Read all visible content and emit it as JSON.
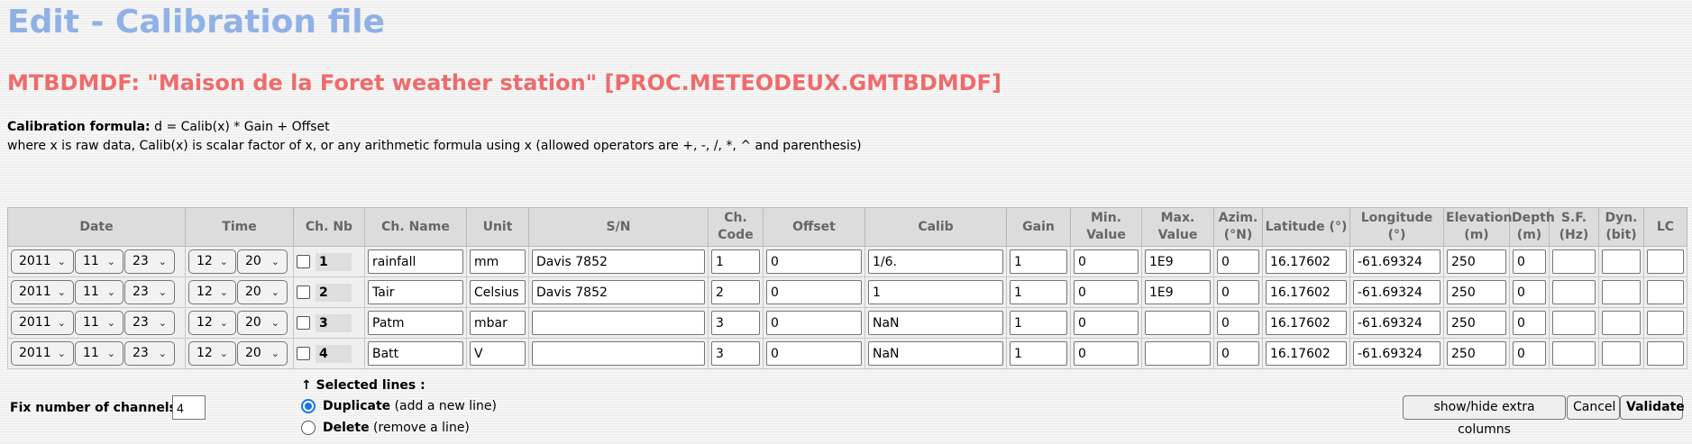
{
  "page": {
    "title": "Edit - Calibration file",
    "subtitle": "MTBDMDF: \"Maison de la Foret weather station\" [PROC.METEODEUX.GMTBDMDF]"
  },
  "formula": {
    "label": "Calibration formula:",
    "text": " d = Calib(x) * Gain + Offset",
    "note": "where x is raw data, Calib(x) is scalar factor of x, or any arithmetic formula using x (allowed operators are +, -, /, *, ^ and parenthesis)"
  },
  "table": {
    "headers": {
      "date": "Date",
      "time": "Time",
      "ch_nb": "Ch. Nb",
      "ch_name": "Ch. Name",
      "unit": "Unit",
      "sn": "S/N",
      "ch_code": "Ch. Code",
      "offset": "Offset",
      "calib": "Calib",
      "gain": "Gain",
      "min_value": "Min. Value",
      "max_value": "Max. Value",
      "azim": "Azim. (°N)",
      "latitude": "Latitude (°)",
      "longitude": "Longitude (°)",
      "elevation": "Elevation (m)",
      "depth": "Depth (m)",
      "sf": "S.F. (Hz)",
      "dyn": "Dyn. (bit)",
      "lc": "LC"
    },
    "rows": [
      {
        "year": "2011",
        "month": "11",
        "day": "23",
        "hour": "12",
        "minute": "20",
        "nb": "1",
        "name": "rainfall",
        "unit": "mm",
        "sn": "Davis 7852",
        "code": "1",
        "offset": "0",
        "calib": "1/6.",
        "gain": "1",
        "min": "0",
        "max": "1E9",
        "azim": "0",
        "lat": "16.17602",
        "lon": "-61.69324",
        "elev": "250",
        "depth": "0",
        "sf": "",
        "dyn": "",
        "lc": ""
      },
      {
        "year": "2011",
        "month": "11",
        "day": "23",
        "hour": "12",
        "minute": "20",
        "nb": "2",
        "name": "Tair",
        "unit": "Celsius",
        "sn": "Davis 7852",
        "code": "2",
        "offset": "0",
        "calib": "1",
        "gain": "1",
        "min": "0",
        "max": "1E9",
        "azim": "0",
        "lat": "16.17602",
        "lon": "-61.69324",
        "elev": "250",
        "depth": "0",
        "sf": "",
        "dyn": "",
        "lc": ""
      },
      {
        "year": "2011",
        "month": "11",
        "day": "23",
        "hour": "12",
        "minute": "20",
        "nb": "3",
        "name": "Patm",
        "unit": "mbar",
        "sn": "",
        "code": "3",
        "offset": "0",
        "calib": "NaN",
        "gain": "1",
        "min": "0",
        "max": "",
        "azim": "0",
        "lat": "16.17602",
        "lon": "-61.69324",
        "elev": "250",
        "depth": "0",
        "sf": "",
        "dyn": "",
        "lc": ""
      },
      {
        "year": "2011",
        "month": "11",
        "day": "23",
        "hour": "12",
        "minute": "20",
        "nb": "4",
        "name": "Batt",
        "unit": "V",
        "sn": "",
        "code": "3",
        "offset": "0",
        "calib": "NaN",
        "gain": "1",
        "min": "0",
        "max": "",
        "azim": "0",
        "lat": "16.17602",
        "lon": "-61.69324",
        "elev": "250",
        "depth": "0",
        "sf": "",
        "dyn": "",
        "lc": ""
      }
    ]
  },
  "footer": {
    "fix_label": "Fix number of channels",
    "fix_eq": " =",
    "fix_value": "4",
    "selected_label": "↑ Selected lines :",
    "duplicate_label": "Duplicate",
    "duplicate_hint": " (add a new line)",
    "delete_label": "Delete",
    "delete_hint": " (remove a line)",
    "showhide_label": "show/hide extra columns",
    "cancel_label": "Cancel",
    "validate_label": "Validate"
  },
  "icons": {
    "select_arrow": "chevron-down-icon"
  }
}
